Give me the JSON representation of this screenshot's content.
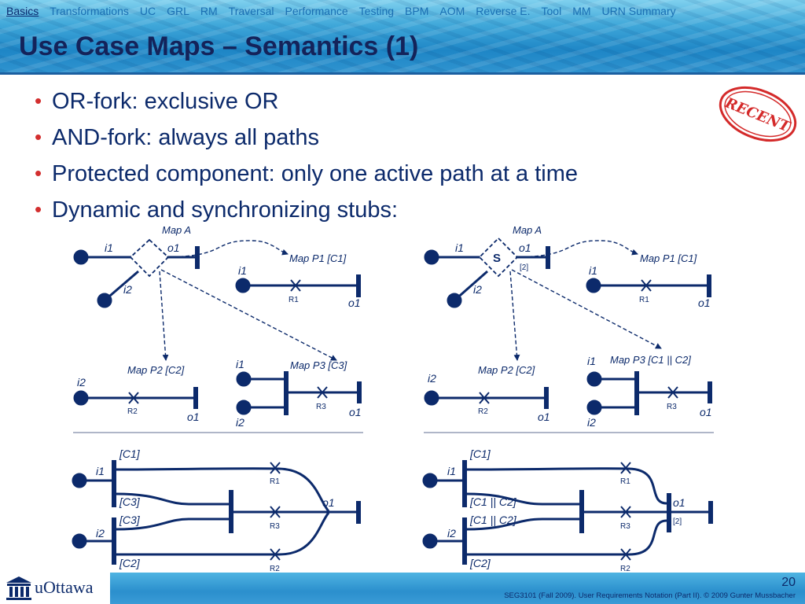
{
  "nav": {
    "items": [
      "Basics",
      "Transformations",
      "UC",
      "GRL",
      "RM",
      "Traversal",
      "Performance",
      "Testing",
      "BPM",
      "AOM",
      "Reverse E.",
      "Tool",
      "MM",
      "URN Summary"
    ]
  },
  "title": "Use Case Maps – Semantics (1)",
  "bullets": [
    "OR-fork: exclusive OR",
    "AND-fork: always all paths",
    "Protected component: only one active path at a time",
    "Dynamic and synchronizing stubs:"
  ],
  "stamp": "RECENT",
  "diagrams": {
    "left": {
      "map_a": "Map A",
      "i1": "i1",
      "o1": "o1",
      "i2": "i2",
      "p1_title": "Map P1 [C1]",
      "p1_i1": "i1",
      "p1_r1": "R1",
      "p1_o1": "o1",
      "p2_title": "Map P2 [C2]",
      "p2_i2": "i2",
      "p2_r2": "R2",
      "p2_o1": "o1",
      "p3_title": "Map P3 [C3]",
      "p3_i1": "i1",
      "p3_r3": "R3",
      "p3_o1": "o1",
      "p3_i2": "i2",
      "b_c1": "[C1]",
      "b_i1": "i1",
      "b_c3a": "[C3]",
      "b_c3b": "[C3]",
      "b_i2": "i2",
      "b_c2": "[C2]",
      "b_r1": "R1",
      "b_r3": "R3",
      "b_r2": "R2",
      "b_o1": "o1"
    },
    "right": {
      "map_a": "Map A",
      "stub_s": "S",
      "i1": "i1",
      "o1": "o1",
      "i2": "i2",
      "sync": "[2]",
      "p1_title": "Map P1 [C1]",
      "p1_i1": "i1",
      "p1_r1": "R1",
      "p1_o1": "o1",
      "p2_title": "Map P2 [C2]",
      "p2_i2": "i2",
      "p2_r2": "R2",
      "p2_o1": "o1",
      "p3_title": "Map P3 [C1 || C2]",
      "p3_i1": "i1",
      "p3_r3": "R3",
      "p3_o1": "o1",
      "p3_i2": "i2",
      "b_c1": "[C1]",
      "b_i1": "i1",
      "b_c12a": "[C1 || C2]",
      "b_c12b": "[C1 || C2]",
      "b_i2": "i2",
      "b_c2": "[C2]",
      "b_r1": "R1",
      "b_r3": "R3",
      "b_r2": "R2",
      "b_o1": "o1",
      "b_sync": "[2]"
    }
  },
  "footer": {
    "logo": "uOttawa",
    "page_number": "20",
    "text": "SEG3101 (Fall 2009).   User Requirements Notation (Part II).   © 2009 Gunter Mussbacher"
  },
  "colors": {
    "ink": "#0c2a6b",
    "title": "#14235a",
    "bullet": "#d32f2f",
    "stamp": "#d42a2a"
  }
}
